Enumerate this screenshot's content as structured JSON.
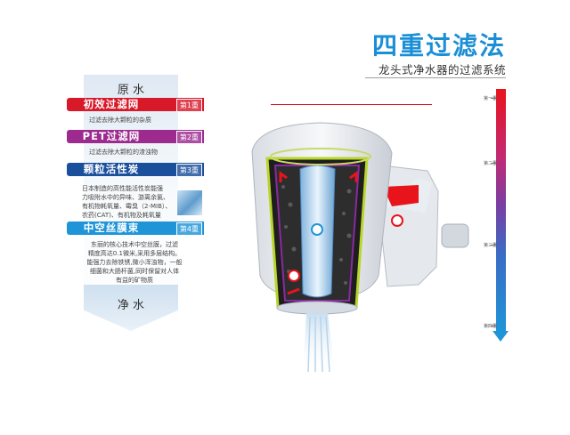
{
  "title": "四重过滤法",
  "subtitle": "龙头式净水器的过滤系统",
  "column": {
    "top_label": "原 水",
    "bottom_label": "净 水"
  },
  "stages": [
    {
      "name": "初效过滤网",
      "tag": "第1重",
      "desc": [
        "过滤去除大颗粒的杂质"
      ],
      "color": "#d8192a"
    },
    {
      "name": "PET过滤网",
      "tag": "第2重",
      "desc": [
        "过滤去除大颗粒的渣浊物"
      ],
      "color": "#9c2a8f"
    },
    {
      "name": "颗粒活性炭",
      "tag": "第3重",
      "desc": [
        "日本制造的高性能活性炭能强",
        "力吸附水中的异味、游离余氯、",
        "有机物耗氧量、霉臭（2-MIB）、",
        "农药(CAT)、有机物及耗氧量"
      ],
      "color": "#1a4f9c"
    },
    {
      "name": "中空丝膜束",
      "tag": "第4重",
      "desc": [
        "东丽的核心技术中空丝膜，过滤",
        "精度高达0.1微米,采用多层结构。",
        "能强力去除铁锈,微小浑浊物，一般",
        "细菌和大肠杆菌,同时保留对人体",
        "有益的矿物质"
      ],
      "color": "#1f95d8"
    }
  ],
  "scale": [
    "第一重",
    "第二重",
    "第三重",
    "第四重"
  ],
  "colors": {
    "accent": "#1b8fd6",
    "red": "#d8192a",
    "purple": "#9c2a8f",
    "navy": "#1a4f9c",
    "sky": "#1f95d8"
  }
}
